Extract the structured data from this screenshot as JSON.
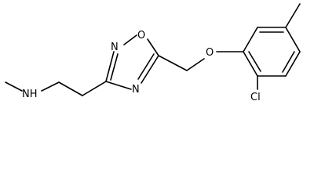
{
  "structure": {
    "atom_labels": {
      "oxygen_ring": "O",
      "nitrogen_ring_top": "N",
      "nitrogen_ring_bottom": "N",
      "ether_oxygen": "O",
      "chlorine": "Cl",
      "amine": "NH"
    }
  }
}
